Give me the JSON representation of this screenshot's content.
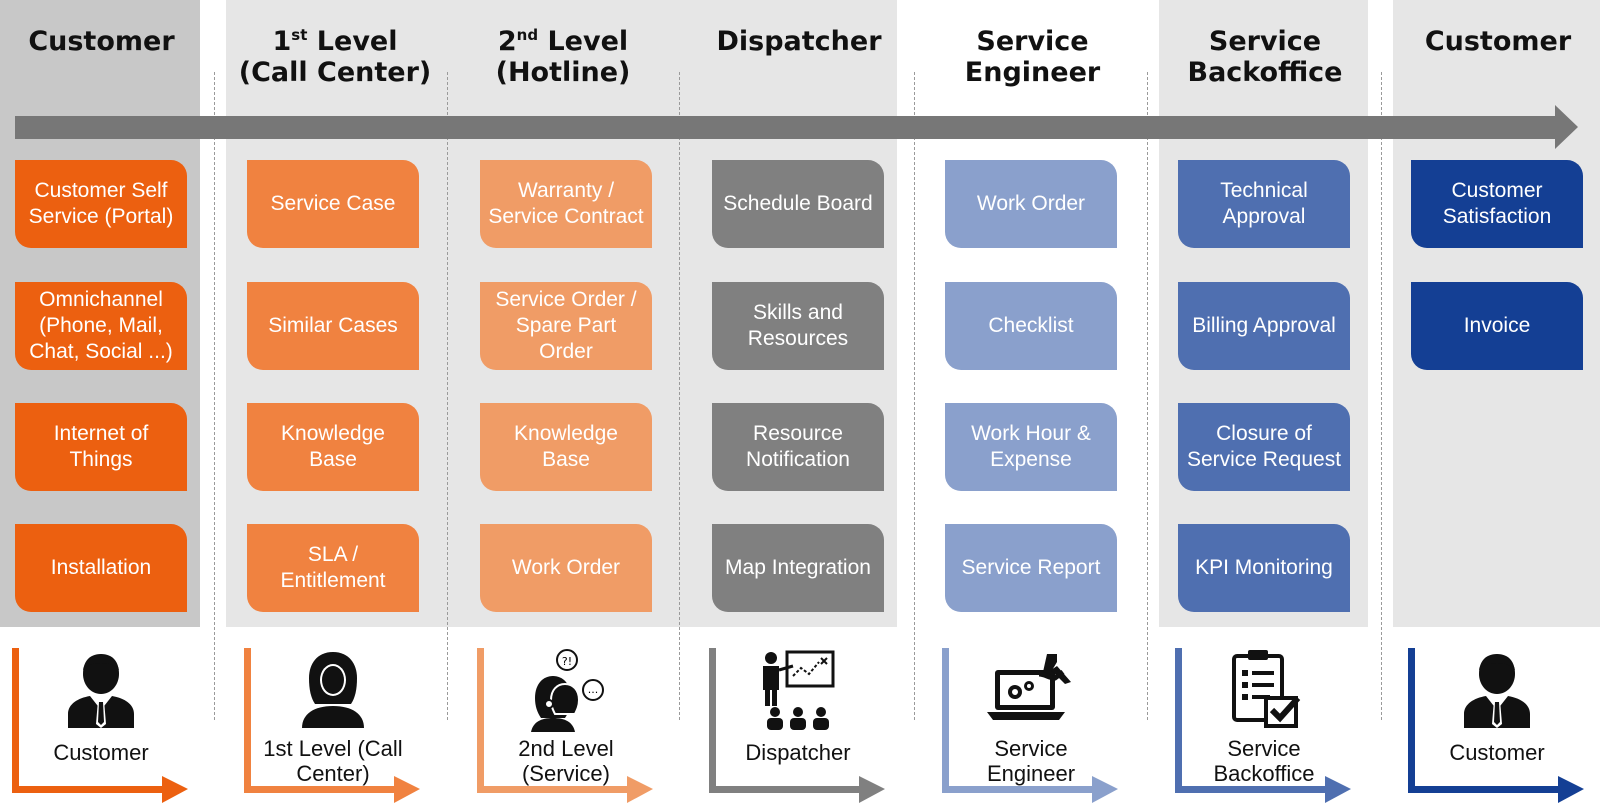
{
  "columns": [
    {
      "id": "customer-1",
      "title": "Customer",
      "color": "#ec6010",
      "bg": "#c8c8c8",
      "cards": [
        "Customer Self Service (Portal)",
        "Omnichannel (Phone, Mail, Chat, Social ...)",
        "Internet of Things",
        "Installation"
      ],
      "role": {
        "label": "Customer",
        "icon": "businessman-icon"
      }
    },
    {
      "id": "first-level",
      "title_main": "1",
      "title_sup": "st",
      "title_rest": " Level",
      "title_line2": "(Call Center)",
      "color": "#f08240",
      "bg": "#e6e6e6",
      "cards": [
        "Service Case",
        "Similar Cases",
        "Knowledge Base",
        "SLA / Entitlement"
      ],
      "role": {
        "label": "1st Level (Call Center)",
        "icon": "call-center-agent-icon"
      }
    },
    {
      "id": "second-level",
      "title_main": "2",
      "title_sup": "nd",
      "title_rest": " Level",
      "title_line2": "(Hotline)",
      "color": "#f09c66",
      "bg": "#e6e6e6",
      "cards": [
        "Warranty / Service Contract",
        "Service Order / Spare Part Order",
        "Knowledge Base",
        "Work Order"
      ],
      "role": {
        "label": "2nd Level (Service)",
        "icon": "hotline-agents-icon"
      }
    },
    {
      "id": "dispatcher",
      "title": "Dispatcher",
      "color": "#808080",
      "bg": "#e6e6e6",
      "cards": [
        "Schedule Board",
        "Skills and Resources",
        "Resource Notification",
        "Map Integration"
      ],
      "role": {
        "label": "Dispatcher",
        "icon": "presenter-board-icon"
      }
    },
    {
      "id": "service-engineer",
      "title": "Service Engineer",
      "color": "#8aa0cc",
      "bg": "#ffffff",
      "cards": [
        "Work Order",
        "Checklist",
        "Work Hour & Expense",
        "Service Report"
      ],
      "role": {
        "label": "Service Engineer",
        "icon": "laptop-wrench-icon"
      }
    },
    {
      "id": "service-backoffice",
      "title": "Service Backoffice",
      "color": "#4f6fb0",
      "bg": "#e6e6e6",
      "cards": [
        "Technical Approval",
        "Billing Approval",
        "Closure of Service Request",
        "KPI Monitoring"
      ],
      "role": {
        "label": "Service Backoffice",
        "icon": "clipboard-check-icon"
      }
    },
    {
      "id": "customer-2",
      "title": "Customer",
      "color": "#143f94",
      "bg": "#e6e6e6",
      "cards": [
        "Customer Satisfaction",
        "Invoice"
      ],
      "role": {
        "label": "Customer",
        "icon": "businessman-icon"
      }
    }
  ],
  "arrow_color": "#777777"
}
